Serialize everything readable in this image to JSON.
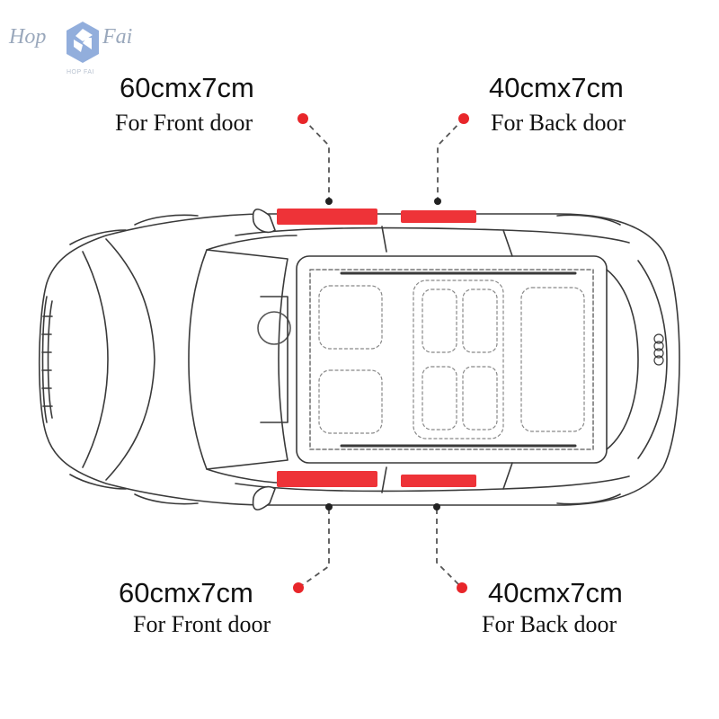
{
  "brand": {
    "left_word": "Hop",
    "right_word": "Fai",
    "tagline": "HOP FAI",
    "logo_icon": "pinwheel-icon"
  },
  "labels": [
    {
      "size": "60cmx7cm",
      "door": "For Front door"
    },
    {
      "size": "40cmx7cm",
      "door": "For Back door"
    },
    {
      "size": "60cmx7cm",
      "door": "For Front door"
    },
    {
      "size": "40cmx7cm",
      "door": "For Back door"
    }
  ],
  "colors": {
    "accent_red": "#e8262a",
    "strip_red": "#ee3338",
    "line_art": "#3a3a3a",
    "dashed": "#555555"
  }
}
